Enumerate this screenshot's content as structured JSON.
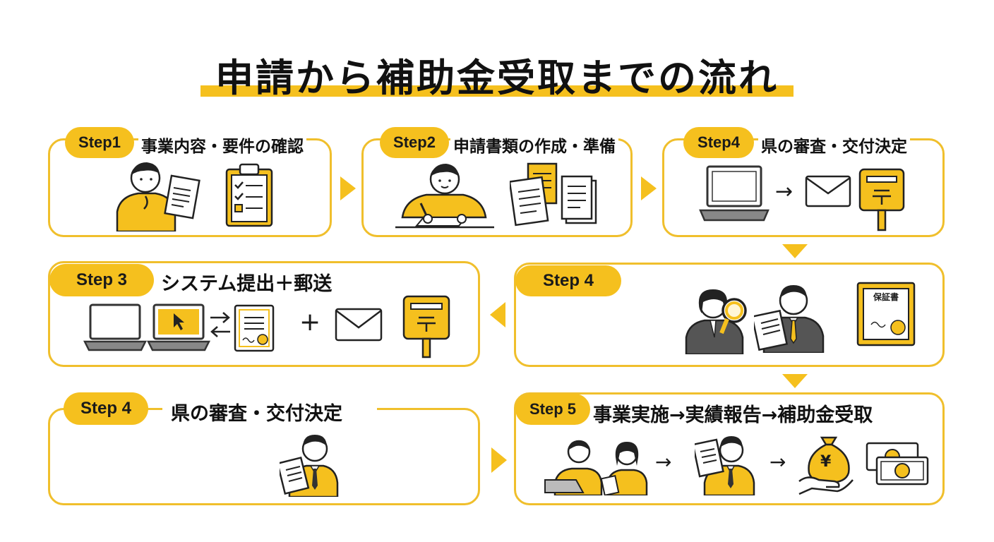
{
  "title": "申請から補助金受取までの流れ",
  "steps": [
    {
      "label": "Step1",
      "title": "事業内容・要件の確認"
    },
    {
      "label": "Step2",
      "title": "申請書類の作成・準備"
    },
    {
      "label": "Step4",
      "title": "県の審査・交付決定"
    },
    {
      "label": "Step 3",
      "title": "システム提出＋郵送"
    },
    {
      "label": "Step 4",
      "title": ""
    },
    {
      "label": "Step 4",
      "title": "県の審査・交付決定"
    },
    {
      "label": "Step 5",
      "title": "事業実施→実績報告→補助金受取"
    }
  ],
  "symbols": {
    "plus": "+",
    "arrow": "→",
    "yen": "¥",
    "certificate": "保証書"
  },
  "icons": [
    "person-thinking-icon",
    "checklist-clipboard-icon",
    "person-writing-icon",
    "documents-icon",
    "laptop-icon",
    "envelope-icon",
    "mailbox-icon",
    "laptop-cursor-icon",
    "exchange-arrows-icon",
    "certificate-icon",
    "reviewer-magnifier-icon",
    "businessman-document-icon",
    "money-bag-icon",
    "banknotes-icon"
  ],
  "colors": {
    "accent": "#f5c01e",
    "border": "#f0bf2c",
    "text": "#1a1a1a"
  }
}
